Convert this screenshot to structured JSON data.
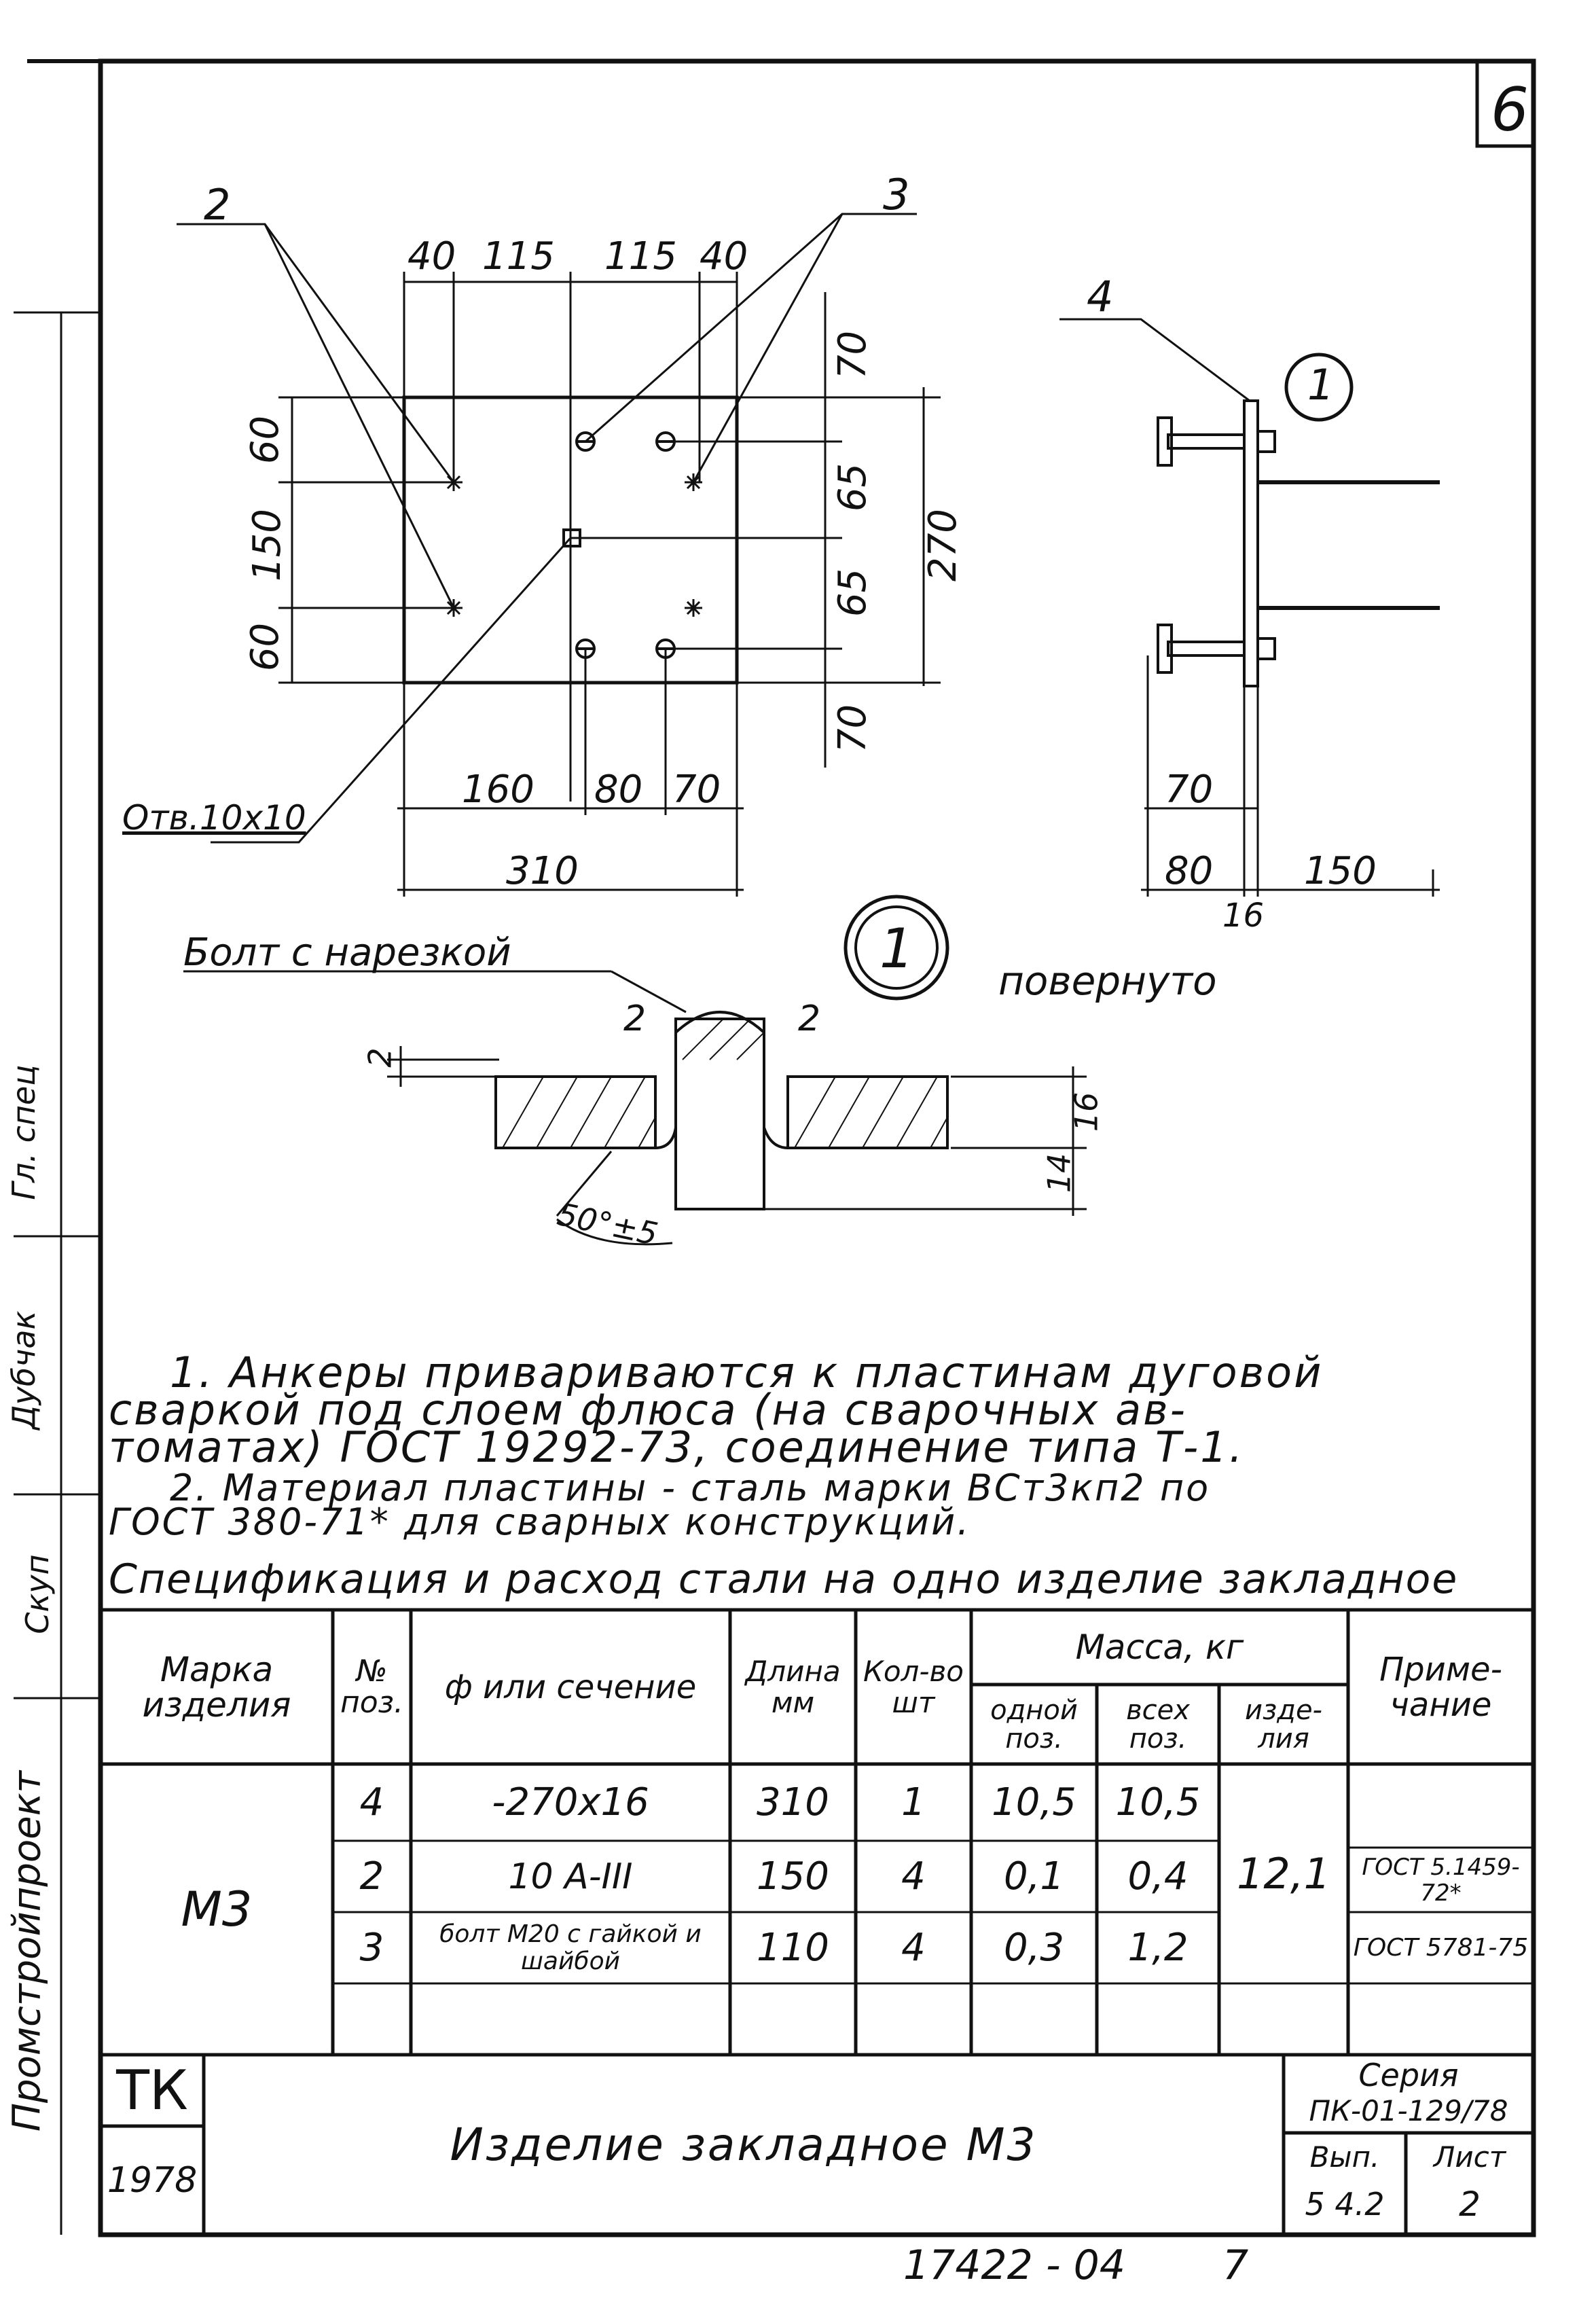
{
  "sheet_number": "6",
  "drawing": {
    "plan_dims_top": [
      "40",
      "115",
      "115",
      "40"
    ],
    "plan_dims_left": [
      "60",
      "150",
      "60"
    ],
    "plan_dims_right": [
      "70",
      "65",
      "65",
      "70"
    ],
    "plan_overall_height": "270",
    "plan_dims_bottom": [
      "160",
      "80",
      "70"
    ],
    "plan_overall_width": "310",
    "hole_label": "Отв.10х10",
    "leader_2": "2",
    "leader_3": "3",
    "leader_4": "4",
    "node_callout": "1",
    "side_dims": [
      "70",
      "80",
      "150"
    ],
    "side_thickness": "16",
    "detail_title": "Болт с нарезкой",
    "detail_callout": "1",
    "detail_rotated": "повернуто",
    "weld_left": "2",
    "weld_right": "2",
    "gap_dim": "2",
    "plate_dim": "16",
    "bolt_dim": "14",
    "angle_dim": "50°±5"
  },
  "notes": [
    "1. Анкеры привариваются к пластинам дуговой",
    "сваркой под слоем флюса (на сварочных ав-",
    "томатах) ГОСТ 19292-73, соединение типа Т-1.",
    "2. Материал пластины - сталь марки ВСт3кп2 по",
    "ГОСТ 380-71* для сварных конструкций."
  ],
  "spec": {
    "caption": "Спецификация и расход стали на одно изделие закладное",
    "headers": {
      "mark": "Марка изделия",
      "pos": "№ поз.",
      "section": "ф или сечение",
      "length": "Длина мм",
      "qty": "Кол-во шт",
      "mass": "Масса, кг",
      "mass_one": "одной поз.",
      "mass_all": "всех поз.",
      "mass_item": "изде- лия",
      "note": "Приме- чание"
    },
    "mark_value": "М3",
    "item_mass": "12,1",
    "rows": [
      {
        "pos": "4",
        "section": "-270х16",
        "length": "310",
        "qty": "1",
        "one": "10,5",
        "all": "10,5",
        "note": ""
      },
      {
        "pos": "2",
        "section": "10 А-III",
        "length": "150",
        "qty": "4",
        "one": "0,1",
        "all": "0,4",
        "note": "ГОСТ 5.1459-72*"
      },
      {
        "pos": "3",
        "section": "болт М20 с гайкой и шайбой",
        "length": "110",
        "qty": "4",
        "one": "0,3",
        "all": "1,2",
        "note": "ГОСТ 5781-75"
      }
    ]
  },
  "title_block": {
    "org": "ТК",
    "year": "1978",
    "title": "Изделие закладное М3",
    "series_label": "Серия",
    "series": "ПК-01-129/78",
    "issue_label": "Вып.",
    "issue": "5 4.2",
    "sheet_label": "Лист",
    "sheet": "2"
  },
  "side_stamp": {
    "org": "Промстройпроект",
    "role_1": "Гл. спец",
    "role_2": "Дубчак",
    "role_3": "Скуп"
  },
  "footer_code": "17422 - 04",
  "footer_page": "7"
}
